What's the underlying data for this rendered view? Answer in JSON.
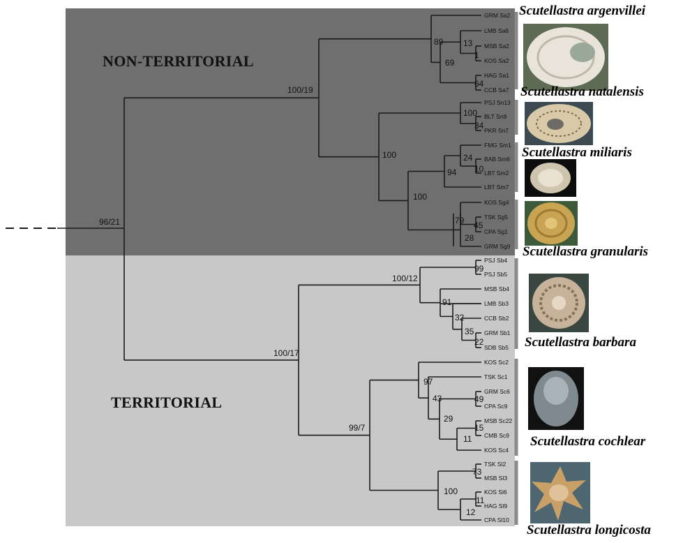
{
  "groups": {
    "non_territorial": "NON-TERRITORIAL",
    "territorial": "TERRITORIAL"
  },
  "species": [
    {
      "key": "argenvillei",
      "label": "Scutellastra argenvillei"
    },
    {
      "key": "natalensis",
      "label": "Scutellastra natalensis"
    },
    {
      "key": "miliaris",
      "label": "Scutellastra miliaris"
    },
    {
      "key": "granularis",
      "label": "Scutellastra granularis"
    },
    {
      "key": "barbara",
      "label": "Scutellastra barbara"
    },
    {
      "key": "cochlear",
      "label": "Scutellastra cochlear"
    },
    {
      "key": "longicosta",
      "label": "Scutellastra longicosta"
    }
  ],
  "tips": [
    "GRM Sa2",
    "LMB Sa6",
    "MSB Sa2",
    "KOS Sa2",
    "HAG Sa1",
    "CCB Sa7",
    "PSJ Sn13",
    "BLT Sn9",
    "PKR Sn7",
    "FMG Sm1",
    "BAB Sm6",
    "LBT Sm2",
    "LBT Sm7",
    "KOS Sg4",
    "TSK Sg5",
    "CPA Sg1",
    "GRM Sg9",
    "PSJ Sb4",
    "PSJ Sb5",
    "MSB Sb4",
    "LMB Sb3",
    "CCB Sb2",
    "GRM Sb1",
    "SDB Sb5",
    "KOS Sc2",
    "TSK Sc1",
    "GRM Sc6",
    "CPA Sc9",
    "MSB Sc22",
    "CMB Sc9",
    "KOS Sc4",
    "TSK Sl2",
    "MSB Sl3",
    "KOS Sl6",
    "HAG Sl9",
    "CPA Sl10"
  ],
  "supports": {
    "root": "96/21",
    "non_territorial": "100/19",
    "territorial": "100/17",
    "argenvillei": "89",
    "argen_sub": "69",
    "argen_13": "13",
    "argen_1": "1",
    "argen_64": "64",
    "sn_sm_sg": "100",
    "sm_sg": "100",
    "sn_100": "100",
    "sn_34": "34",
    "sm_94": "94",
    "sm_24": "24",
    "sm_10": "10",
    "sg_79": "79",
    "sg_45": "45",
    "sg_28": "28",
    "barbara": "100/12",
    "sb_99": "99",
    "sb_91": "91",
    "sb_32": "32",
    "sb_35": "35",
    "sb_22": "22",
    "sc_sl": "99/7",
    "sc_97": "97",
    "sc_43": "43",
    "sc_49": "49",
    "sc_29": "29",
    "sc_15": "15",
    "sc_11": "11",
    "sl_100": "100",
    "sl_73": "73",
    "sl_11": "11",
    "sl_12": "12"
  },
  "colors": {
    "non_territorial_bg": "#6f6f6f",
    "territorial_bg": "#c8c8c8",
    "branch": "#1a1a1a",
    "bracket": "#8a8a8a"
  }
}
